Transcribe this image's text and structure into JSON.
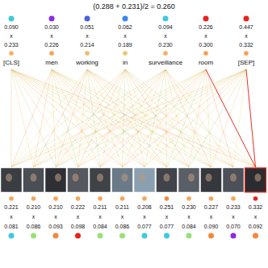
{
  "diagram": {
    "title": "(0.288 + 0.231)/2 = 0.260",
    "labels": [
      "0.090",
      "0.030",
      "0.051",
      "0.062",
      "0.094",
      "0.226",
      "0.447",
      "x",
      "x",
      "x",
      "x",
      "x",
      "x",
      "x",
      "0.233",
      "0.226",
      "0.214",
      "0.189",
      "0.230",
      "0.300",
      "0.332",
      "[CLS]",
      "men",
      "working",
      "in",
      "surveillance",
      "room",
      "[SEP]",
      "0.221",
      "0.210",
      "0.210",
      "0.222",
      "0.211",
      "0.211",
      "0.208",
      "0.251",
      "0.230",
      "0.227",
      "0.233",
      "0.332",
      "x",
      "x",
      "x",
      "x",
      "x",
      "x",
      "x",
      "x",
      "x",
      "x",
      "x",
      "x",
      "0.081",
      "0.086",
      "0.093",
      "0.098",
      "0.084",
      "0.086",
      "0.077",
      "0.077",
      "0.084",
      "0.090",
      "0.070",
      "0.092"
    ]
  }
}
